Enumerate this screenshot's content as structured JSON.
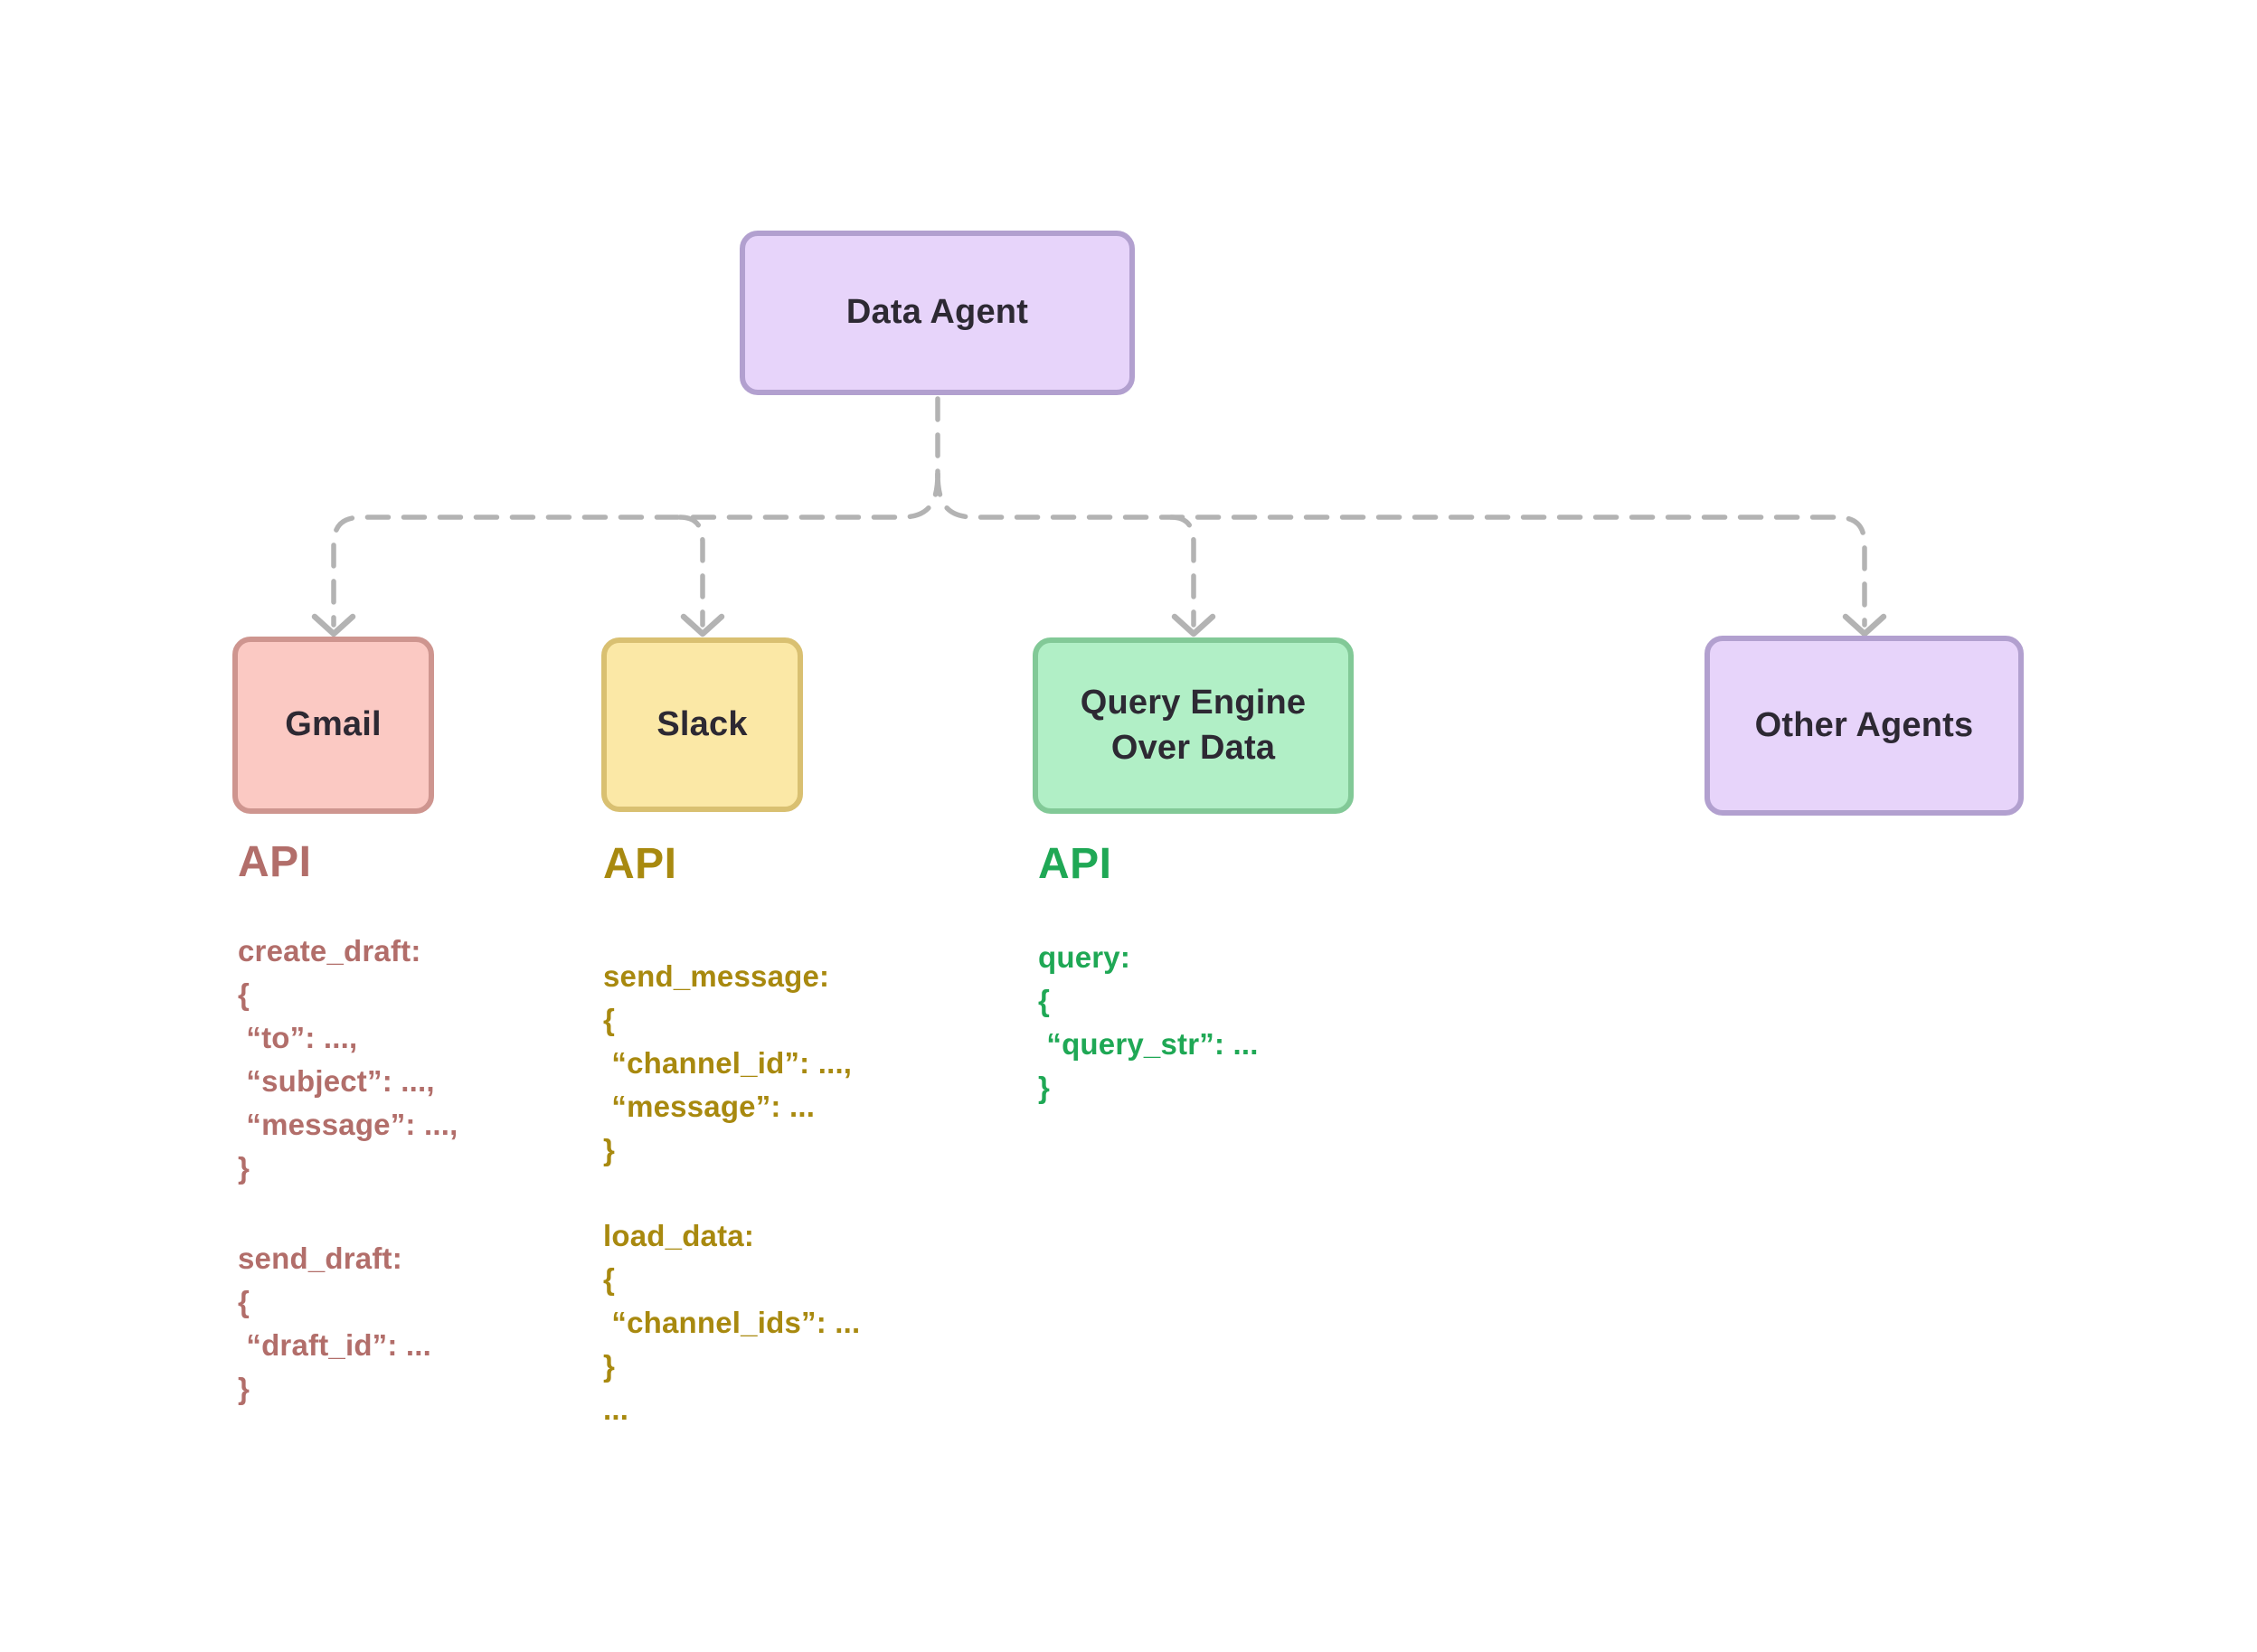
{
  "diagram": {
    "root": {
      "label": "Data Agent"
    },
    "children": {
      "gmail": {
        "label": "Gmail",
        "api_heading": "API",
        "block_create_draft": [
          "create_draft:",
          "{",
          " “to”: ...,",
          " “subject”: ...,",
          " “message”: ...,",
          "}"
        ],
        "block_send_draft": [
          "send_draft:",
          "{",
          " “draft_id”: ...",
          "}"
        ]
      },
      "slack": {
        "label": "Slack",
        "api_heading": "API",
        "block_send_message": [
          "send_message:",
          "{",
          " “channel_id”: ...,",
          " “message”: ...",
          "}"
        ],
        "block_load_data": [
          "load_data:",
          "{",
          " “channel_ids”: ...",
          "}",
          "..."
        ]
      },
      "query_engine": {
        "label": "Query Engine\nOver Data",
        "api_heading": "API",
        "block_query": [
          "query:",
          "{",
          " “query_str”: ...",
          "}"
        ]
      },
      "other_agents": {
        "label": "Other Agents"
      }
    }
  },
  "colors": {
    "background": "#FFFFFF",
    "connector_gray": "#B3B3B3",
    "node_label_text": "#2D2933",
    "purple_fill": "#E7D4FA",
    "purple_border": "#B2A0CF",
    "pink_fill": "#FBC9C3",
    "pink_border": "#CE958F",
    "yellow_fill": "#FBE8A6",
    "yellow_border": "#D9C071",
    "green_fill": "#B1EFC6",
    "green_border": "#82C997",
    "gmail_api_text": "#B26E6A",
    "slack_api_text": "#A8890F",
    "query_api_text": "#1FA855"
  }
}
